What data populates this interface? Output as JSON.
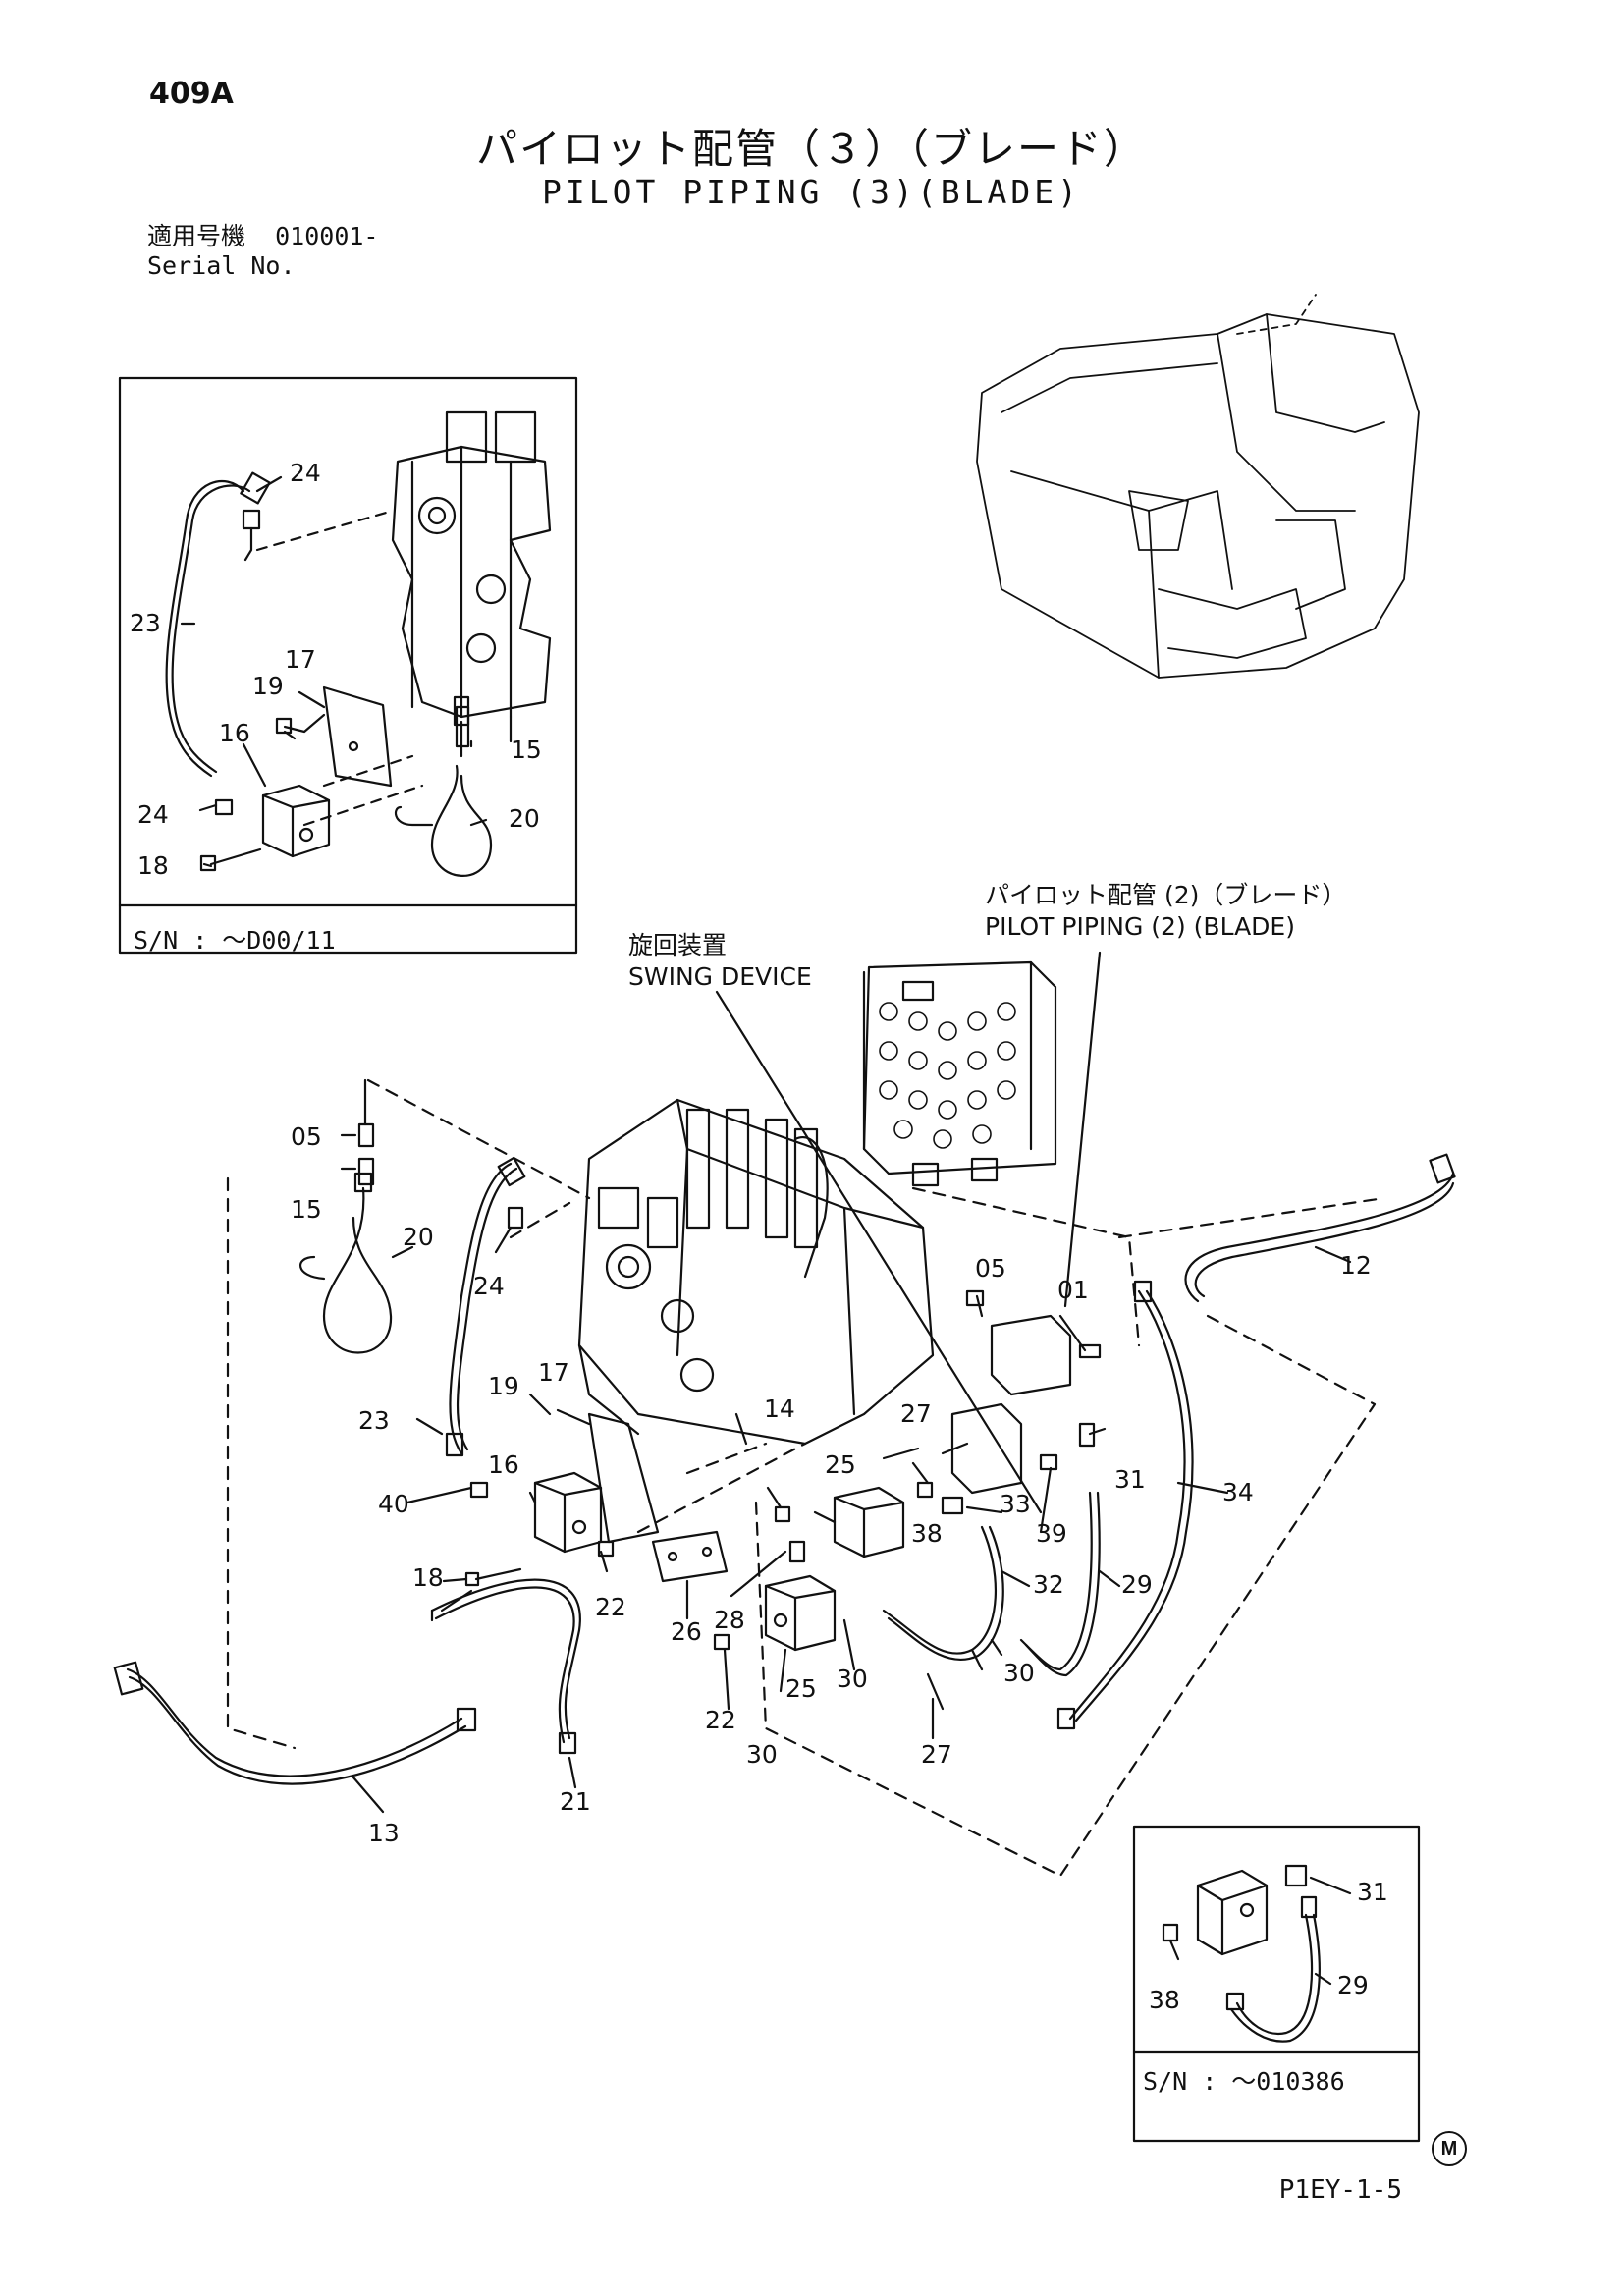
{
  "header": {
    "page_number": "409A",
    "title_ja": "パイロット配管（３）（ブレード）",
    "title_en": "PILOT PIPING (3)(BLADE)",
    "serial_label_ja": "適用号機",
    "serial_value": "010001-",
    "serial_label_en": "Serial No."
  },
  "insets": {
    "top_left_sn": "S/N :  ～D00/11",
    "bottom_right_sn": "S/N :  ～010386"
  },
  "references": {
    "swing_device_ja": "旋回装置",
    "swing_device_en": "SWING DEVICE",
    "pilot_piping2_ja": "パイロット配管 (2)（ブレード）",
    "pilot_piping2_en": "PILOT PIPING (2) (BLADE)"
  },
  "callouts": {
    "top_left": [
      "24",
      "23",
      "17",
      "19",
      "16",
      "15",
      "24",
      "20",
      "18"
    ],
    "main": [
      "05",
      "15",
      "20",
      "24",
      "23",
      "19",
      "17",
      "16",
      "40",
      "18",
      "22",
      "13",
      "21",
      "26",
      "28",
      "22",
      "25",
      "30",
      "30",
      "14",
      "27",
      "25",
      "38",
      "05",
      "01",
      "12",
      "33",
      "39",
      "31",
      "32",
      "29",
      "34",
      "30",
      "27"
    ],
    "bottom_right": [
      "31",
      "38",
      "29"
    ]
  },
  "footer": {
    "mark": "M",
    "doc_code": "P1EY-1-5"
  }
}
